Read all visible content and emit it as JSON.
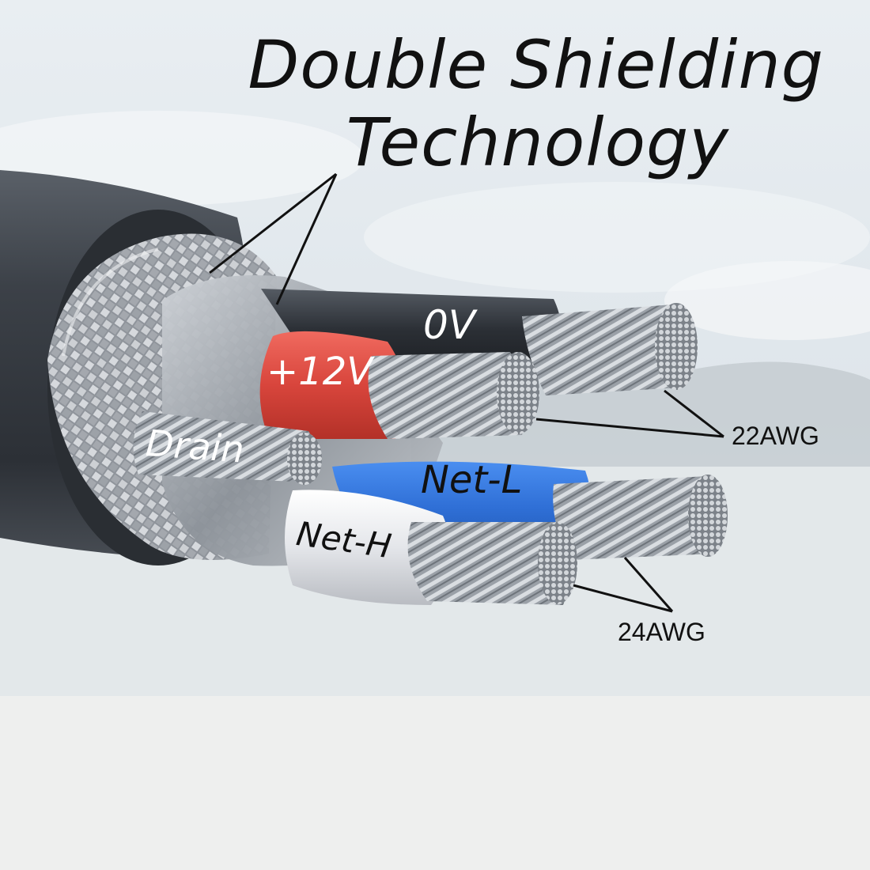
{
  "title": {
    "line1": "Double Shielding",
    "line2": "Technology"
  },
  "conductors": {
    "zero_v": "0V",
    "plus_12v": "+12V",
    "drain": "Drain",
    "net_l": "Net-L",
    "net_h": "Net-H"
  },
  "gauges": {
    "power": "22AWG",
    "signal": "24AWG"
  },
  "colors": {
    "zero_v_insulation": "#2b2f35",
    "plus_12v_insulation": "#d8453c",
    "net_l_insulation": "#2f6fd6",
    "net_h_insulation": "#e4e6ea",
    "jacket": "#3a3e44",
    "braid": "#a9adb3"
  }
}
